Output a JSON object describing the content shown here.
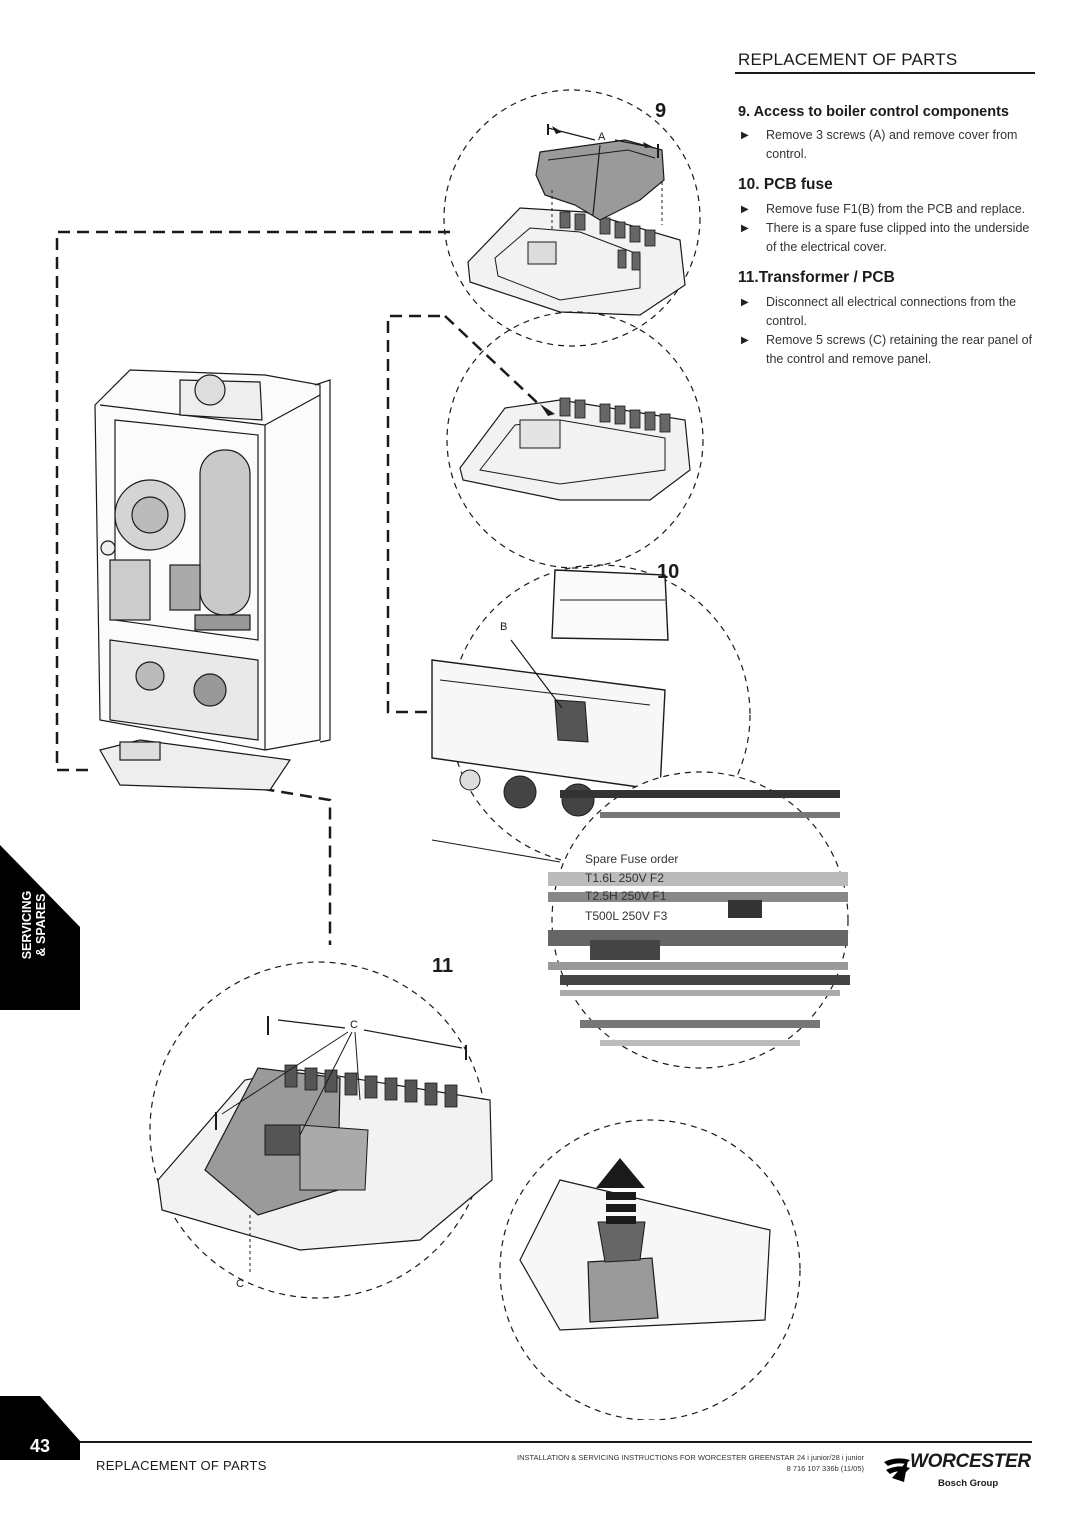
{
  "header": {
    "title": "REPLACEMENT OF PARTS"
  },
  "sections": [
    {
      "heading": "9. Access to boiler control components",
      "bullets": [
        "Remove 3 screws (A) and remove cover from control."
      ]
    },
    {
      "heading": "10. PCB fuse",
      "bullets": [
        "Remove fuse F1(B) from the PCB and replace.",
        "There is a spare fuse clipped into the underside of the electrical cover."
      ]
    },
    {
      "heading": "11.Transformer / PCB",
      "bullets": [
        "Disconnect all electrical connections from the control.",
        "Remove 5 screws (C) retaining the rear panel of the control and remove panel."
      ]
    }
  ],
  "figure": {
    "num_9": "9",
    "num_10": "10",
    "num_11": "11",
    "label_a": "A",
    "label_b": "B",
    "label_c_top": "C",
    "label_c_bottom": "C",
    "spare_fuse": {
      "title": "Spare Fuse order",
      "lines": [
        "T1.6L  250V F2",
        "T2.5H  250V F1",
        "T500L  250V F3"
      ]
    }
  },
  "side_tab": {
    "line1": "SERVICING",
    "line2": "& SPARES"
  },
  "footer": {
    "page_number": "43",
    "left": "REPLACEMENT OF PARTS",
    "doc_line1": "INSTALLATION & SERVICING INSTRUCTIONS FOR WORCESTER GREENSTAR 24 i junior/28 i junior",
    "doc_line2": "8 716 107 336b (11/05)",
    "brand": "WORCESTER",
    "brand_sub": "Bosch Group"
  },
  "colors": {
    "ink": "#1a1a1a",
    "tab": "#000000",
    "part_grey": "#9a9a9a"
  }
}
